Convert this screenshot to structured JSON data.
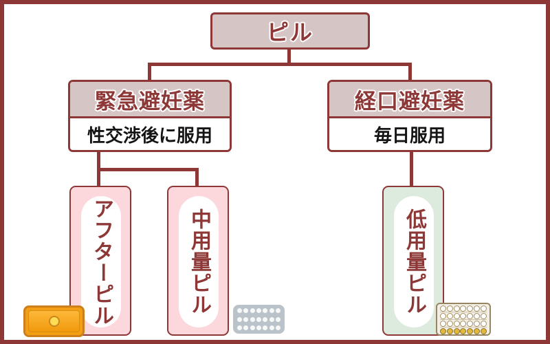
{
  "root": {
    "label": "ピル"
  },
  "branches": {
    "emergency": {
      "title": "緊急避妊薬",
      "subtitle": "性交渉後に服用",
      "children": {
        "after_pill": {
          "label": "アフターピル"
        },
        "medium_dose": {
          "label": "中用量ピル"
        }
      }
    },
    "oral": {
      "title": "経口避妊薬",
      "subtitle": "毎日服用",
      "children": {
        "low_dose": {
          "label": "低用量ピル"
        }
      }
    }
  },
  "icons": {
    "single_pill_blister": {
      "label": "single-pill-blister",
      "color": "#f29f16",
      "pill_color": "#ffdc55"
    },
    "gray_pill_sheet": {
      "rows": 3,
      "cols": 7,
      "color": "#b9c3c9",
      "dot_color": "#f7f8f8"
    },
    "monthly_pill_sheet": {
      "rows": 4,
      "cols": 7,
      "gold_row": 3,
      "color": "#f3efe6",
      "gold_color": "#e2b83d"
    }
  },
  "colors": {
    "frame": "#8d3837",
    "line": "#8d3837",
    "header_fill": "#d6c5c5",
    "pink_fill": "#fcd8dd",
    "green_fill": "#dcebdd",
    "dark_red_text": "#8d3837",
    "black_text": "#141414"
  }
}
